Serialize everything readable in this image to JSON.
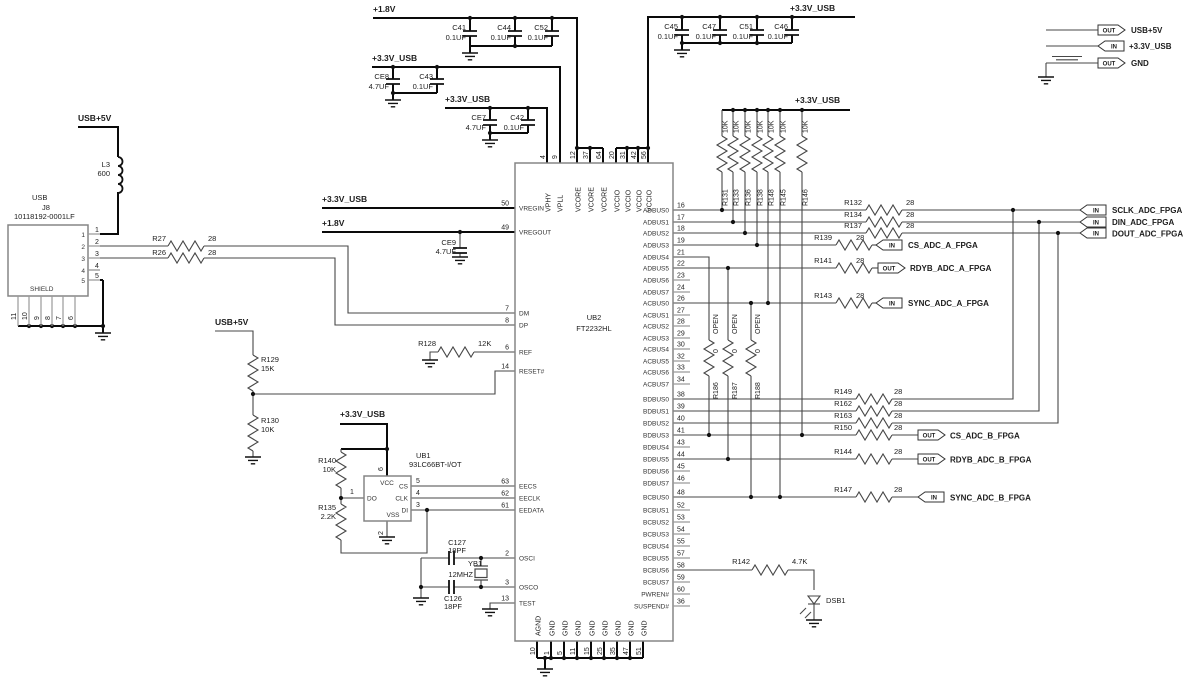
{
  "nets": {
    "v18": "+1.8V",
    "v33": "+3.3V_USB",
    "v5": "USB+5V",
    "gnd": "GND"
  },
  "tags": {
    "in": "IN",
    "out": "OUT"
  },
  "legend": [
    {
      "tag": "OUT",
      "label": "USB+5V"
    },
    {
      "tag": "IN",
      "label": "+3.3V_USB"
    },
    {
      "tag": "OUT",
      "label": "GND"
    }
  ],
  "usb": {
    "name": "USB",
    "ref": "J8",
    "part": "10118192-0001LF",
    "shield": "SHIELD",
    "rpins": [
      "1",
      "2",
      "3",
      "4",
      "5"
    ],
    "bpins": [
      "11",
      "10",
      "9",
      "8",
      "7",
      "6"
    ]
  },
  "ind": {
    "l3": {
      "r": "L3",
      "v": "600"
    }
  },
  "caps": {
    "c41": {
      "r": "C41",
      "v": "0.1UF"
    },
    "c44": {
      "r": "C44",
      "v": "0.1UF"
    },
    "c52": {
      "r": "C52",
      "v": "0.1UF"
    },
    "ce8": {
      "r": "CE8",
      "v": "4.7UF"
    },
    "c43": {
      "r": "C43",
      "v": "0.1UF"
    },
    "ce7": {
      "r": "CE7",
      "v": "4.7UF"
    },
    "c42": {
      "r": "C42",
      "v": "0.1UF"
    },
    "c45": {
      "r": "C45",
      "v": "0.1UF"
    },
    "c47": {
      "r": "C47",
      "v": "0.1UF"
    },
    "c51": {
      "r": "C51",
      "v": "0.1UF"
    },
    "c46": {
      "r": "C46",
      "v": "0.1UF"
    },
    "ce9": {
      "r": "CE9",
      "v": "4.7UF"
    },
    "c127": {
      "r": "C127",
      "v": "18PF"
    },
    "c126": {
      "r": "C126",
      "v": "18PF"
    }
  },
  "res": {
    "r27": {
      "r": "R27",
      "v": "28"
    },
    "r26": {
      "r": "R26",
      "v": "28"
    },
    "r128": {
      "r": "R128",
      "v": "12K"
    },
    "r129": {
      "r": "R129",
      "v": "15K"
    },
    "r130": {
      "r": "R130",
      "v": "10K"
    },
    "r140": {
      "r": "R140",
      "v": "10K"
    },
    "r135": {
      "r": "R135",
      "v": "2.2K"
    },
    "r142": {
      "r": "R142",
      "v": "4.7K"
    }
  },
  "pullups": {
    "r131": {
      "r": "R131",
      "v": "10K"
    },
    "r133": {
      "r": "R133",
      "v": "10K"
    },
    "r136": {
      "r": "R136",
      "v": "10K"
    },
    "r138": {
      "r": "R138",
      "v": "10K"
    },
    "r148": {
      "r": "R148",
      "v": "10K"
    },
    "r145": {
      "r": "R145",
      "v": "10K"
    },
    "r146": {
      "r": "R146",
      "v": "10K"
    }
  },
  "zero": {
    "r186": {
      "r": "R186",
      "v": "0",
      "note": "OPEN"
    },
    "r187": {
      "r": "R187",
      "v": "0",
      "note": "OPEN"
    },
    "r188": {
      "r": "R188",
      "v": "0",
      "note": "OPEN"
    }
  },
  "series": {
    "r132": {
      "r": "R132",
      "v": "28"
    },
    "r134": {
      "r": "R134",
      "v": "28"
    },
    "r137": {
      "r": "R137",
      "v": "28"
    },
    "r139": {
      "r": "R139",
      "v": "28"
    },
    "r141": {
      "r": "R141",
      "v": "28"
    },
    "r143": {
      "r": "R143",
      "v": "28"
    },
    "r149": {
      "r": "R149",
      "v": "28"
    },
    "r162": {
      "r": "R162",
      "v": "28"
    },
    "r163": {
      "r": "R163",
      "v": "28"
    },
    "r150": {
      "r": "R150",
      "v": "28"
    },
    "r144": {
      "r": "R144",
      "v": "28"
    },
    "r147": {
      "r": "R147",
      "v": "28"
    }
  },
  "xtal": {
    "r": "YB1",
    "v": "12MHZ"
  },
  "led": {
    "r": "DSB1"
  },
  "eeprom": {
    "ref": "UB1",
    "part": "93LC66BT-I/OT",
    "pins": {
      "vcc": {
        "n": "VCC",
        "p": "6"
      },
      "cs": {
        "n": "CS",
        "p": "5"
      },
      "clk": {
        "n": "CLK",
        "p": "4"
      },
      "di": {
        "n": "DI",
        "p": "3"
      },
      "do": {
        "n": "DO",
        "p": "1"
      },
      "vss": {
        "n": "VSS",
        "p": "2"
      }
    }
  },
  "chip": {
    "ref": "UB2",
    "part": "FT2232HL",
    "left": [
      {
        "n": "VREGIN",
        "p": "50"
      },
      {
        "n": "VREGOUT",
        "p": "49"
      },
      {
        "n": "DM",
        "p": "7"
      },
      {
        "n": "DP",
        "p": "8"
      },
      {
        "n": "REF",
        "p": "6"
      },
      {
        "n": "RESET#",
        "p": "14"
      },
      {
        "n": "EECS",
        "p": "63"
      },
      {
        "n": "EECLK",
        "p": "62"
      },
      {
        "n": "EEDATA",
        "p": "61"
      },
      {
        "n": "OSCI",
        "p": "2"
      },
      {
        "n": "OSCO",
        "p": "3"
      },
      {
        "n": "TEST",
        "p": "13"
      }
    ],
    "top": [
      {
        "n": "VPHY",
        "p": "4"
      },
      {
        "n": "VPLL",
        "p": "9"
      },
      {
        "n": "VCORE",
        "p": "12"
      },
      {
        "n": "VCORE",
        "p": "37"
      },
      {
        "n": "VCORE",
        "p": "64"
      },
      {
        "n": "VCCIO",
        "p": "20"
      },
      {
        "n": "VCCIO",
        "p": "31"
      },
      {
        "n": "VCCIO",
        "p": "42"
      },
      {
        "n": "VCCIO",
        "p": "56"
      }
    ],
    "bottom": [
      {
        "n": "AGND",
        "p": "10"
      },
      {
        "n": "GND",
        "p": "1"
      },
      {
        "n": "GND",
        "p": "5"
      },
      {
        "n": "GND",
        "p": "11"
      },
      {
        "n": "GND",
        "p": "15"
      },
      {
        "n": "GND",
        "p": "25"
      },
      {
        "n": "GND",
        "p": "35"
      },
      {
        "n": "GND",
        "p": "47"
      },
      {
        "n": "GND",
        "p": "51"
      }
    ],
    "right": [
      {
        "n": "ADBUS0",
        "p": "16"
      },
      {
        "n": "ADBUS1",
        "p": "17"
      },
      {
        "n": "ADBUS2",
        "p": "18"
      },
      {
        "n": "ADBUS3",
        "p": "19"
      },
      {
        "n": "ADBUS4",
        "p": "21"
      },
      {
        "n": "ADBUS5",
        "p": "22"
      },
      {
        "n": "ADBUS6",
        "p": "23"
      },
      {
        "n": "ADBUS7",
        "p": "24"
      },
      {
        "n": "ACBUS0",
        "p": "26"
      },
      {
        "n": "ACBUS1",
        "p": "27"
      },
      {
        "n": "ACBUS2",
        "p": "28"
      },
      {
        "n": "ACBUS3",
        "p": "29"
      },
      {
        "n": "ACBUS4",
        "p": "30"
      },
      {
        "n": "ACBUS5",
        "p": "32"
      },
      {
        "n": "ACBUS6",
        "p": "33"
      },
      {
        "n": "ACBUS7",
        "p": "34"
      },
      {
        "n": "BDBUS0",
        "p": "38"
      },
      {
        "n": "BDBUS1",
        "p": "39"
      },
      {
        "n": "BDBUS2",
        "p": "40"
      },
      {
        "n": "BDBUS3",
        "p": "41"
      },
      {
        "n": "BDBUS4",
        "p": "43"
      },
      {
        "n": "BDBUS5",
        "p": "44"
      },
      {
        "n": "BDBUS6",
        "p": "45"
      },
      {
        "n": "BDBUS7",
        "p": "46"
      },
      {
        "n": "BCBUS0",
        "p": "48"
      },
      {
        "n": "BCBUS1",
        "p": "52"
      },
      {
        "n": "BCBUS2",
        "p": "53"
      },
      {
        "n": "BCBUS3",
        "p": "54"
      },
      {
        "n": "BCBUS4",
        "p": "55"
      },
      {
        "n": "BCBUS5",
        "p": "57"
      },
      {
        "n": "BCBUS6",
        "p": "58"
      },
      {
        "n": "BCBUS7",
        "p": "59"
      },
      {
        "n": "PWREN#",
        "p": "60"
      },
      {
        "n": "SUSPEND#",
        "p": "36"
      }
    ]
  },
  "signals": {
    "sclk": "SCLK_ADC_FPGA",
    "din": "DIN_ADC_FPGA",
    "dout": "DOUT_ADC_FPGA",
    "cs_a": "CS_ADC_A_FPGA",
    "rdyb_a": "RDYB_ADC_A_FPGA",
    "sync_a": "SYNC_ADC_A_FPGA",
    "cs_b": "CS_ADC_B_FPGA",
    "rdyb_b": "RDYB_ADC_B_FPGA",
    "sync_b": "SYNC_ADC_B_FPGA"
  }
}
